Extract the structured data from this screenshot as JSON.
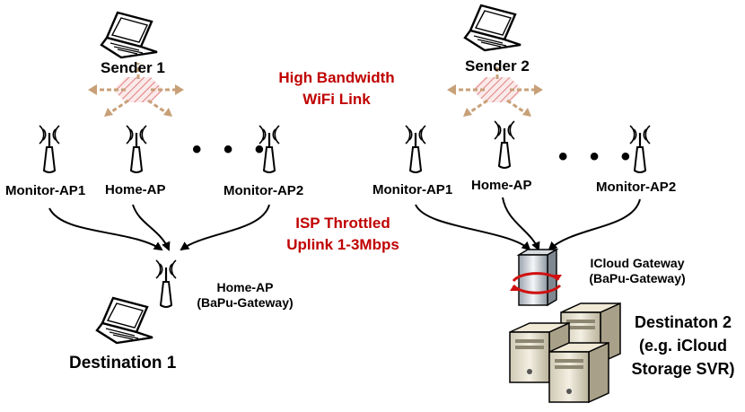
{
  "left": {
    "sender": "Sender 1",
    "ap_left": "Monitor-AP1",
    "ap_mid": "Home-AP",
    "ap_right": "Monitor-AP2",
    "gateway_line1": "Home-AP",
    "gateway_line2": "(BaPu-Gateway)",
    "destination": "Destination 1"
  },
  "right": {
    "sender": "Sender 2",
    "ap_left": "Monitor-AP1",
    "ap_mid": "Home-AP",
    "ap_right": "Monitor-AP2",
    "gateway_line1": "ICloud Gateway",
    "gateway_line2": "(BaPu-Gateway)",
    "destination_line1": "Destinaton 2",
    "destination_line2": "(e.g. iCloud",
    "destination_line3": "Storage SVR)"
  },
  "center": {
    "wifi_line1": "High Bandwidth",
    "wifi_line2": "WiFi Link",
    "isp_line1": "ISP Throttled",
    "isp_line2": "Uplink 1-3Mbps"
  },
  "ellipsis": "• • •",
  "colors": {
    "red_text": "#c00000",
    "arrow_fill": "#c8a078"
  }
}
